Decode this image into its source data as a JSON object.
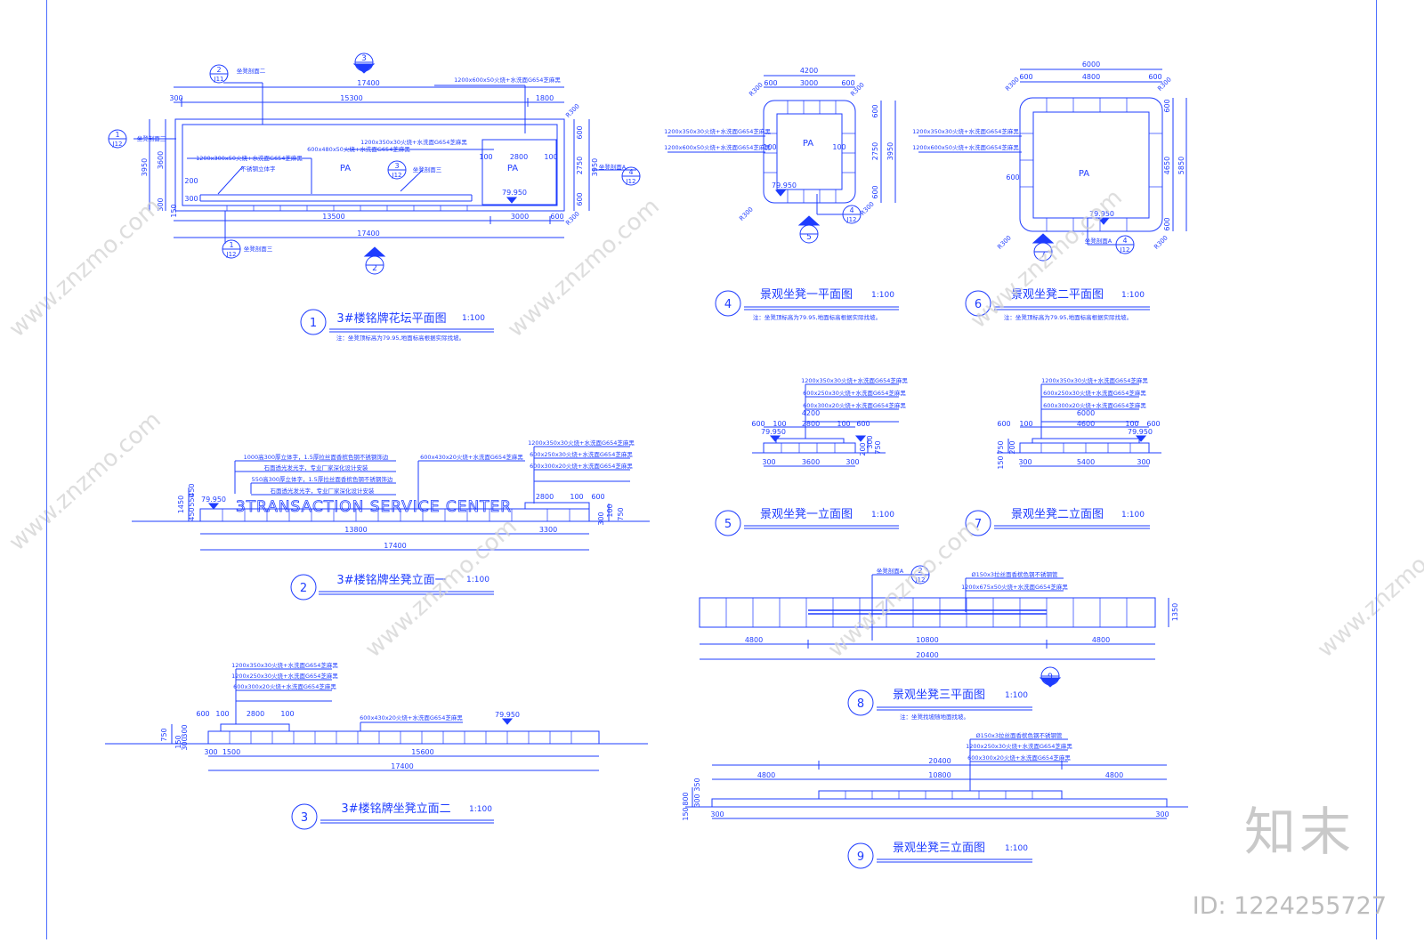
{
  "watermark": {
    "brand": "知末",
    "id": "ID: 1224255727",
    "url": "www.znzmo.com"
  },
  "colors": {
    "line": "#1e3cff",
    "fill": "#1e3cff",
    "watermark": "#cfcfcf"
  },
  "views": {
    "v1": {
      "num": "1",
      "title": "3#楼铭牌花坛平面图",
      "scale": "1:100",
      "note": "注：坐凳顶标高为79.95,地面标高根据实际找坡。",
      "dims": {
        "top_total": "17400",
        "top_a": "300",
        "top_b": "15300",
        "top_c": "1800",
        "bot_a": "13500",
        "bot_b": "3000",
        "bot_c": "600",
        "bot_total": "17400",
        "left_total": "3950",
        "left_a": "3600",
        "left_b": "300",
        "left_c": "150",
        "right_a": "600",
        "right_b": "2750",
        "right_c": "600",
        "right_total": "3950",
        "inner_a": "100",
        "inner_b": "2800",
        "inner_c": "100",
        "inner_d": "200",
        "inner_e": "300",
        "inner_f": "150"
      },
      "labels": {
        "pa1": "PA",
        "pa2": "PA",
        "elev": "79.950",
        "r": "R300",
        "note_a": "1200x600x50火烧+水洗面G654芝麻黑",
        "note_b": "1200x350x30火烧+水洗面G654芝麻黑",
        "note_c": "600x480x50火烧+水洗面G654芝麻黑",
        "note_d": "1200x300x50火烧+水洗面G654芝麻黑",
        "note_e": "不锈钢立体字",
        "note_f": "坐凳剖面二",
        "note_g": "坐凳剖面三",
        "note_h": "坐凳剖面A",
        "note_i": "坐凳剖面三"
      },
      "callouts": {
        "c1": [
          "2",
          "J11"
        ],
        "c2": [
          "1",
          "J12"
        ],
        "c3": [
          "3",
          "J12"
        ],
        "c4": [
          "4",
          "J12"
        ],
        "c5": [
          "1",
          "J12"
        ],
        "c6": "3",
        "c7": "2"
      }
    },
    "v2": {
      "num": "2",
      "title": "3#楼铭牌坐凳立面一",
      "scale": "1:100",
      "sign": "3TRANSACTION SERVICE CENTER",
      "dims": {
        "a": "13800",
        "b": "3300",
        "total": "17400",
        "d1": "2800",
        "d2": "100",
        "d3": "600",
        "h1": "1450",
        "h2": "450",
        "h3": "550",
        "h4": "450",
        "h5": "750",
        "h6": "300",
        "h7": "100"
      },
      "elev": "79.950",
      "notes": [
        "1000高300厚立体字，1.5厚拉丝面香槟色钢不锈钢饰边",
        "石面透光发光字，专业厂家深化设计安装",
        "550高300厚立体字，1.5厚拉丝面香槟色钢不锈钢饰边",
        "石面透光发光字，专业厂家深化设计安装",
        "600x430x20火烧+水洗面G654芝麻黑",
        "1200x350x30火烧+水洗面G654芝麻黑",
        "600x250x30火烧+水洗面G654芝麻黑",
        "600x300x20火烧+水洗面G654芝麻黑"
      ]
    },
    "v3": {
      "num": "3",
      "title": "3#楼铭牌坐凳立面二",
      "scale": "1:100",
      "dims": {
        "a": "300",
        "b": "1500",
        "c": "15600",
        "total": "17400",
        "d1": "600",
        "d2": "100",
        "d3": "2800",
        "d4": "100",
        "h1": "750",
        "h2": "150",
        "h3": "300",
        "h4": "300"
      },
      "elev": "79.950",
      "notes": [
        "1200x350x30火烧+水洗面G654芝麻黑",
        "1200x250x30火烧+水洗面G654芝麻黑",
        "600x300x20火烧+水洗面G654芝麻黑",
        "600x430x20火烧+水洗面G654芝麻黑"
      ]
    },
    "v4": {
      "num": "4",
      "title": "景观坐凳一平面图",
      "scale": "1:100",
      "note": "注：坐凳顶标高为79.95,地面标高根据实际找坡。",
      "dims": {
        "top_total": "4200",
        "top_a": "600",
        "top_b": "3000",
        "top_c": "600",
        "right_a": "600",
        "right_b": "2750",
        "right_c": "600",
        "right_total": "3950",
        "in_a": "100",
        "in_b": "100"
      },
      "labels": {
        "pa": "PA",
        "elev": "79.950",
        "r": "R300",
        "note_a": "1200x350x30火烧+水洗面G654芝麻黑",
        "note_b": "1200x600x50火烧+水洗面G654芝麻黑"
      },
      "callouts": {
        "c1": [
          "4",
          "J12"
        ],
        "c2": "5"
      }
    },
    "v5": {
      "num": "5",
      "title": "景观坐凳一立面图",
      "scale": "1:100",
      "dims": {
        "total": "4200",
        "a": "600",
        "b": "100",
        "c": "2800",
        "d": "100",
        "e": "600",
        "bot_a": "300",
        "bot_b": "3600",
        "bot_c": "300",
        "h1": "750",
        "h2": "200",
        "h3": "300"
      },
      "elev": "79.950",
      "notes": [
        "1200x350x30火烧+水洗面G654芝麻黑",
        "600x250x30火烧+水洗面G654芝麻黑",
        "600x300x20火烧+水洗面G654芝麻黑"
      ]
    },
    "v6": {
      "num": "6",
      "title": "景观坐凳二平面图",
      "scale": "1:100",
      "note": "注：坐凳顶标高为79.95,地面标高根据实际找坡。",
      "dims": {
        "top_total": "6000",
        "top_a": "600",
        "top_b": "4800",
        "top_c": "600",
        "right_a": "600",
        "right_b": "4650",
        "right_c": "600",
        "right_total": "5850",
        "left_a": "600",
        "left_b": "600"
      },
      "labels": {
        "pa": "PA",
        "elev": "79.950",
        "r": "R300",
        "note_a": "1200x350x30火烧+水洗面G654芝麻黑",
        "note_b": "1200x600x50火烧+水洗面G654芝麻黑",
        "note_c": "坐凳剖面A"
      },
      "callouts": {
        "c1": [
          "4",
          "J12"
        ],
        "c2": "7"
      }
    },
    "v7": {
      "num": "7",
      "title": "景观坐凳二立面图",
      "scale": "1:100",
      "dims": {
        "total": "6000",
        "a": "600",
        "b": "100",
        "c": "4600",
        "d": "100",
        "e": "600",
        "bot_a": "300",
        "bot_b": "5400",
        "bot_c": "300",
        "h1": "750",
        "h2": "200",
        "h3": "150"
      },
      "elev": "79.950",
      "notes": [
        "1200x350x30火烧+水洗面G654芝麻黑",
        "600x250x30火烧+水洗面G654芝麻黑",
        "600x300x20火烧+水洗面G654芝麻黑"
      ]
    },
    "v8": {
      "num": "8",
      "title": "景观坐凳三平面图",
      "scale": "1:100",
      "note": "注：坐凳找坡随地面找坡。",
      "dims": {
        "a": "4800",
        "b": "10800",
        "c": "4800",
        "total": "20400",
        "h": "1350"
      },
      "notes": [
        "坐凳剖面A",
        "Ø150x3拉丝面香槟色钢不锈钢管",
        "1200x675x50火烧+水洗面G654芝麻黑"
      ],
      "callouts": {
        "c1": [
          "2",
          "J12"
        ],
        "c2": "9"
      }
    },
    "v9": {
      "num": "9",
      "title": "景观坐凳三立面图",
      "scale": "1:100",
      "dims": {
        "total": "20400",
        "a": "4800",
        "b": "10800",
        "c": "4800",
        "bot_a": "300",
        "bot_b": "300",
        "h1": "800",
        "h2": "350",
        "h3": "300",
        "h4": "150"
      },
      "notes": [
        "Ø150x3拉丝面香槟色钢不锈钢管",
        "1200x250x30火烧+水洗面G654芝麻黑",
        "600x300x20火烧+水洗面G654芝麻黑"
      ]
    }
  }
}
